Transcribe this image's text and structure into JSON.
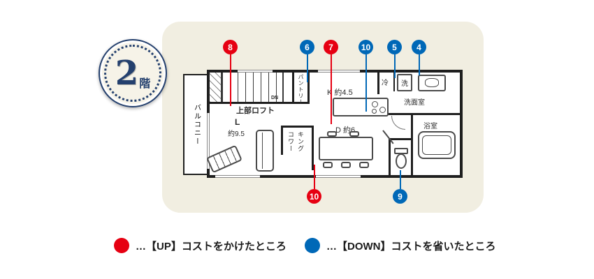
{
  "colors": {
    "up": "#e60012",
    "down": "#0068b7",
    "panel": "#f1eee1",
    "wall": "#1f1f1f",
    "navy": "#24406e"
  },
  "badge": {
    "number": "2",
    "suffix": "階"
  },
  "plan": {
    "balcony": "バルコニー",
    "loft": "上部ロフト",
    "dn": "DN",
    "living_label": "L",
    "living_size": "約9.5",
    "pantry": "パントリー",
    "kitchen": "K 約4.5",
    "dining": "D 約6",
    "fridge": "冷",
    "washer": "洗",
    "washroom": "洗面室",
    "bathroom": "浴室",
    "coworking_col1": "コワー",
    "coworking_col2": "キング"
  },
  "markers": [
    {
      "label": "8",
      "type": "up"
    },
    {
      "label": "6",
      "type": "down"
    },
    {
      "label": "7",
      "type": "up"
    },
    {
      "label": "10",
      "type": "down"
    },
    {
      "label": "5",
      "type": "down"
    },
    {
      "label": "4",
      "type": "down"
    },
    {
      "label": "10",
      "type": "up"
    },
    {
      "label": "9",
      "type": "down"
    }
  ],
  "legend": [
    {
      "text": "…【UP】コストをかけたところ",
      "type": "up"
    },
    {
      "text": "…【DOWN】コストを省いたところ",
      "type": "down"
    }
  ]
}
